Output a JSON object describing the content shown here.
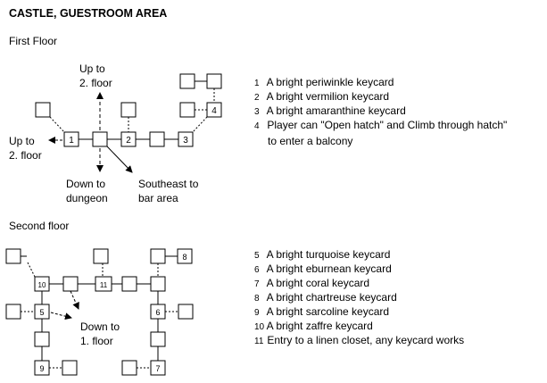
{
  "title": "CASTLE, GUESTROOM AREA",
  "first_floor": {
    "heading": "First Floor",
    "room_numbers": [
      "1",
      "2",
      "3",
      "4"
    ],
    "exits": {
      "up_north": [
        "Up to",
        "2. floor"
      ],
      "up_west": [
        "Up to",
        "2. floor"
      ],
      "down": [
        "Down to",
        "dungeon"
      ],
      "southeast": [
        "Southeast to",
        "bar area"
      ]
    },
    "legend": [
      {
        "num": "1",
        "text": "A bright periwinkle keycard"
      },
      {
        "num": "2",
        "text": "A bright vermilion keycard"
      },
      {
        "num": "3",
        "text": "A bright amaranthine keycard"
      },
      {
        "num": "4",
        "text": "Player can \"Open hatch\" and Climb through hatch\"",
        "cont": "to enter a balcony"
      }
    ]
  },
  "second_floor": {
    "heading": "Second floor",
    "room_numbers": [
      "5",
      "6",
      "7",
      "8",
      "9",
      "10",
      "11"
    ],
    "exits": {
      "down": [
        "Down to",
        "1. floor"
      ]
    },
    "legend": [
      {
        "num": "5",
        "text": "A bright turquoise keycard"
      },
      {
        "num": "6",
        "text": "A bright eburnean keycard"
      },
      {
        "num": "7",
        "text": "A bright coral keycard"
      },
      {
        "num": "8",
        "text": "A bright chartreuse keycard"
      },
      {
        "num": "9",
        "text": "A bright sarcoline keycard"
      },
      {
        "num": "10",
        "text": "A bright zaffre keycard"
      },
      {
        "num": "11",
        "text": "Entry to a linen closet, any keycard works"
      }
    ]
  }
}
